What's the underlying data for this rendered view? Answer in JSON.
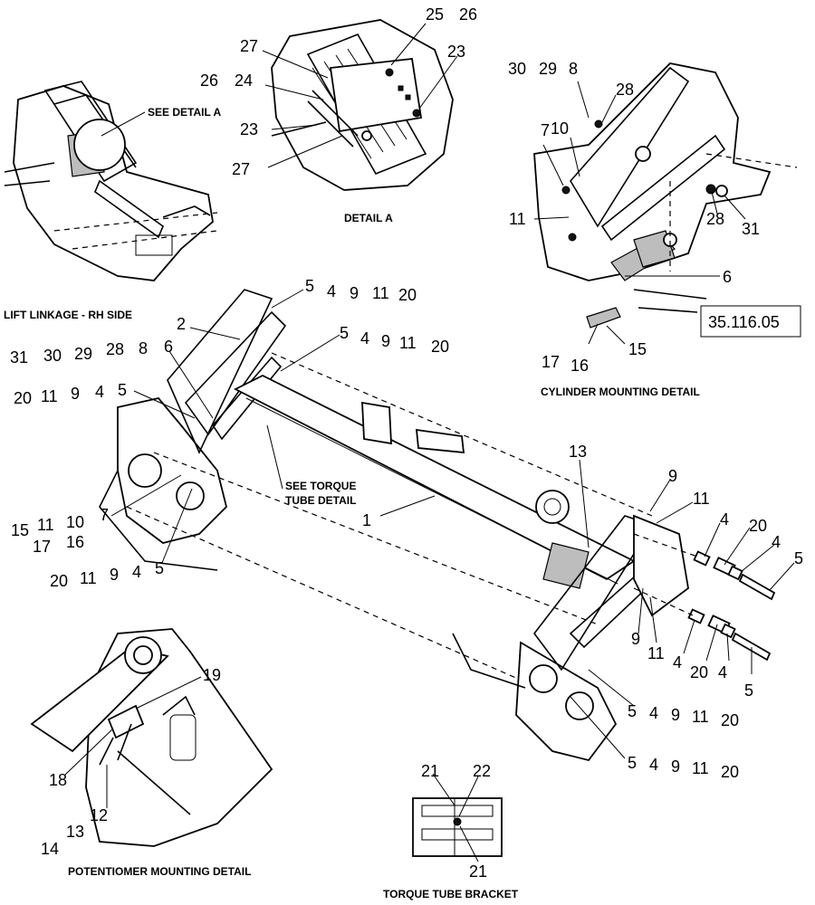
{
  "captions": {
    "lift_linkage": "LIFT LINKAGE - RH SIDE",
    "detail_a": "DETAIL  A",
    "cylinder_mounting": "CYLINDER MOUNTING DETAIL",
    "potentiometer_mounting": "POTENTIOMER MOUNTING DETAIL",
    "torque_tube_bracket": "TORQUE TUBE BRACKET"
  },
  "callouts": {
    "see_detail_a": "SEE DETAIL  A",
    "see_torque_tube_line1": "SEE TORQUE",
    "see_torque_tube_line2": "TUBE DETAIL"
  },
  "reference_box": "35.116.05",
  "labels": {
    "d_25": "25",
    "d_26a": "26",
    "d_27a": "27",
    "d_23a": "23",
    "d_26b": "26",
    "d_24": "24",
    "d_23b": "23",
    "d_27b": "27",
    "c_30": "30",
    "c_29": "29",
    "c_8": "8",
    "c_28a": "28",
    "c_7": "7",
    "c_10": "10",
    "c_11": "11",
    "c_28b": "28",
    "c_31": "31",
    "c_6": "6",
    "c_17": "17",
    "c_16": "16",
    "c_15": "15",
    "m_5a": "5",
    "m_4a": "4",
    "m_9a": "9",
    "m_11a": "11",
    "m_20a": "20",
    "m_2": "2",
    "m_5b": "5",
    "m_4b": "4",
    "m_9b": "9",
    "m_11b": "11",
    "m_20b": "20",
    "m_31": "31",
    "m_30": "30",
    "m_29": "29",
    "m_28": "28",
    "m_8": "8",
    "m_6": "6",
    "m_20c": "20",
    "m_11c": "11",
    "m_9c": "9",
    "m_4c": "4",
    "m_5c": "5",
    "m_7": "7",
    "m_15": "15",
    "m_11d": "11",
    "m_10": "10",
    "m_17": "17",
    "m_16": "16",
    "m_20d": "20",
    "m_11e": "11",
    "m_9d": "9",
    "m_4d": "4",
    "m_5d": "5",
    "m_1": "1",
    "m_13": "13",
    "r_9a": "9",
    "r_11a": "11",
    "r_4a": "4",
    "r_20a": "20",
    "r_4b": "4",
    "r_5a": "5",
    "r_9b": "9",
    "r_11b": "11",
    "r_4c": "4",
    "r_20b": "20",
    "r_4d": "4",
    "r_5b": "5",
    "r_5c": "5",
    "r_4e": "4",
    "r_9c": "9",
    "r_11c": "11",
    "r_20c": "20",
    "r_5d": "5",
    "r_4f": "4",
    "r_9d": "9",
    "r_11d": "11",
    "r_20d": "20",
    "p_19": "19",
    "p_18": "18",
    "p_12": "12",
    "p_13": "13",
    "p_14": "14",
    "t_21a": "21",
    "t_22": "22",
    "t_21b": "21"
  }
}
